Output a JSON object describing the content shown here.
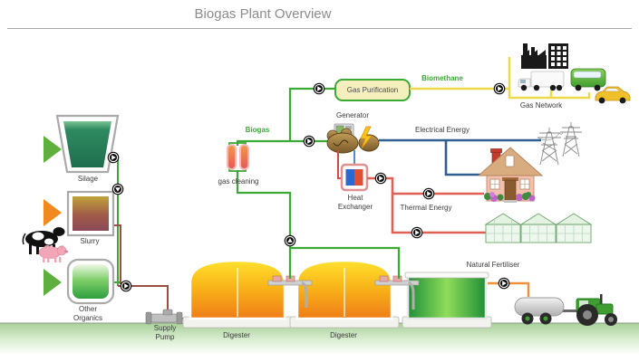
{
  "title": "Biogas Plant Overview",
  "feedstocks": {
    "silage": {
      "label": "Silage",
      "arrow_color": "#5faf3c"
    },
    "slurry": {
      "label": "Slurry",
      "arrow_color": "#f0891e"
    },
    "other_organics": {
      "label": "Other Organics",
      "arrow_color": "#5faf3c"
    }
  },
  "plant": {
    "supply_pump": {
      "label": "Supply Pump"
    },
    "digester_1": {
      "label": "Digester"
    },
    "digester_2": {
      "label": "Digester"
    },
    "gas_cleaning": {
      "label": "gas cleaning"
    },
    "gas_purification": {
      "label": "Gas Purification"
    },
    "generator": {
      "label": "Generator"
    },
    "heat_exchanger": {
      "label": "Heat Exchanger"
    }
  },
  "flows": {
    "biogas": {
      "label": "Biogas",
      "color": "#3aaa35"
    },
    "biomethane": {
      "label": "Biomethane",
      "color": "#ecd94a",
      "label_color": "#3aaa35"
    },
    "electrical_energy": {
      "label": "Electrical Energy",
      "color": "#2e5f8f"
    },
    "thermal_energy": {
      "label": "Thermal Energy",
      "color": "#e06055"
    },
    "natural_fertiliser": {
      "label": "Natural Fertiliser",
      "color": "#f0913a"
    },
    "feedstock_line": {
      "color": "#9a4f44"
    }
  },
  "destinations": {
    "gas_network": {
      "label": "Gas Network"
    }
  }
}
